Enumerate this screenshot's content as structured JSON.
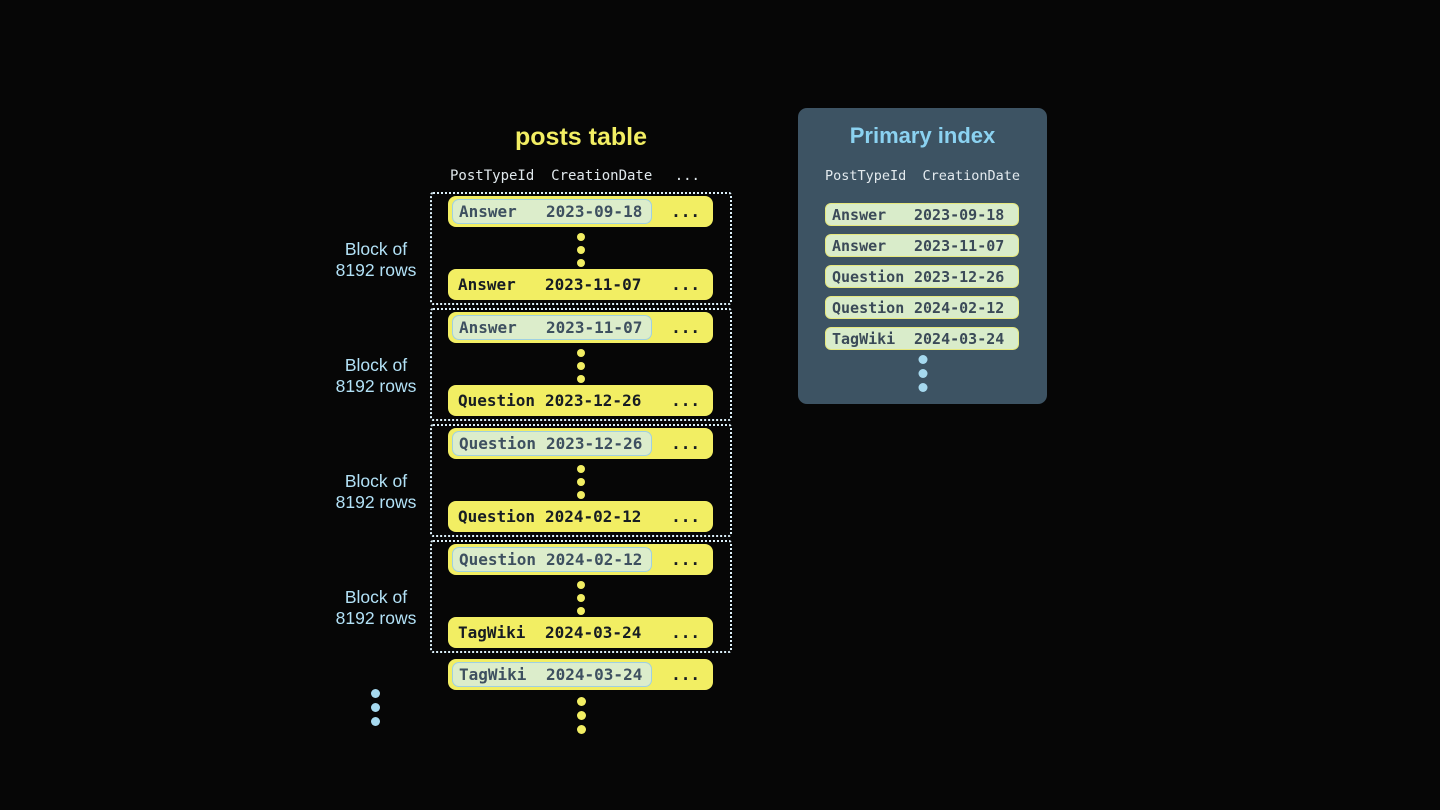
{
  "posts_table": {
    "title": "posts table",
    "headers": "PostTypeId  CreationDate",
    "more_columns": "...",
    "block_label": {
      "line1": "Block of",
      "line2": "8192 rows"
    },
    "blocks": [
      {
        "first": {
          "type": "Answer",
          "date": "2023-09-18"
        },
        "last": {
          "type": "Answer",
          "date": "2023-11-07"
        }
      },
      {
        "first": {
          "type": "Answer",
          "date": "2023-11-07"
        },
        "last": {
          "type": "Question",
          "date": "2023-12-26"
        }
      },
      {
        "first": {
          "type": "Question",
          "date": "2023-12-26"
        },
        "last": {
          "type": "Question",
          "date": "2024-02-12"
        }
      },
      {
        "first": {
          "type": "Question",
          "date": "2024-02-12"
        },
        "last": {
          "type": "TagWiki",
          "date": "2024-03-24"
        }
      }
    ],
    "overflow_row": {
      "type": "TagWiki",
      "date": "2024-03-24"
    }
  },
  "primary_index": {
    "title": "Primary index",
    "headers": "PostTypeId  CreationDate",
    "rows": [
      {
        "type": "Answer",
        "date": "2023-09-18"
      },
      {
        "type": "Answer",
        "date": "2023-11-07"
      },
      {
        "type": "Question",
        "date": "2023-12-26"
      },
      {
        "type": "Question",
        "date": "2024-02-12"
      },
      {
        "type": "TagWiki",
        "date": "2024-03-24"
      }
    ]
  },
  "colors": {
    "background": "#060606",
    "row_yellow": "#f2ee63",
    "highlight_mint": "#dcedcb",
    "highlight_border_blue": "#9fd0e2",
    "index_row_border_yellow": "#e6e87e",
    "panel_slate": "#3d5363",
    "accent_light_blue": "#8bd2f1",
    "label_blue": "#b2e1f6",
    "dotted_border": "#dbeff8",
    "dark_text": "#171c23",
    "slate_text": "#3e5060"
  }
}
